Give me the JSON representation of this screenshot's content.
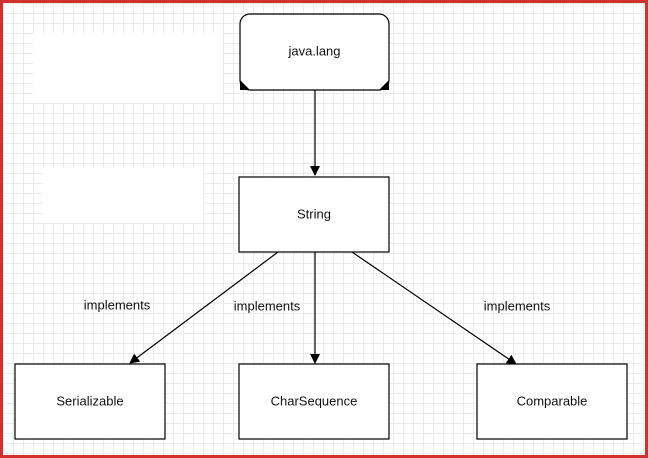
{
  "nodes": {
    "package": "java.lang",
    "class": "String",
    "interfaces": [
      "Serializable",
      "CharSequence",
      "Comparable"
    ]
  },
  "edge_labels": [
    "implements",
    "implements",
    "implements"
  ],
  "colors": {
    "frame": "#d32f2f",
    "grid": "#ebebeb",
    "stroke": "#000000"
  }
}
